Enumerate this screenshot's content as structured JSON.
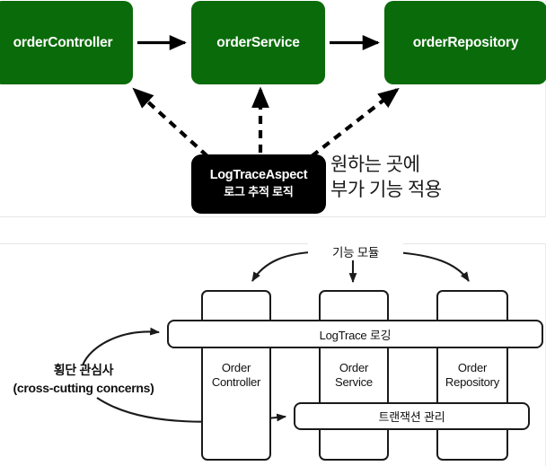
{
  "top_panel": {
    "nodes": [
      {
        "id": "orderController",
        "label": "orderController"
      },
      {
        "id": "orderService",
        "label": "orderService"
      },
      {
        "id": "orderRepository",
        "label": "orderRepository"
      }
    ],
    "aspect": {
      "title": "LogTraceAspect",
      "subtitle": "로그 추적 로직"
    },
    "note": {
      "line1": "원하는 곳에",
      "line2": "부가 기능 적용"
    },
    "colors": {
      "node_fill": "#0a6b0a",
      "aspect_fill": "#000000",
      "node_text": "#ffffff",
      "arrow": "#000000"
    }
  },
  "bottom_panel": {
    "columns": [
      {
        "line1": "Order",
        "line2": "Controller"
      },
      {
        "line1": "Order",
        "line2": "Service"
      },
      {
        "line1": "Order",
        "line2": "Repository"
      }
    ],
    "bars": [
      {
        "id": "logtrace",
        "label": "LogTrace 로깅"
      },
      {
        "id": "transaction",
        "label": "트랜잭션 관리"
      }
    ],
    "labels": {
      "feature_module": "기능 모듈",
      "cross_cutting_ko": "횡단 관심사",
      "cross_cutting_en": "(cross-cutting concerns)"
    },
    "colors": {
      "stroke": "#1a1a1a",
      "fill": "#ffffff",
      "text": "#111111"
    }
  }
}
